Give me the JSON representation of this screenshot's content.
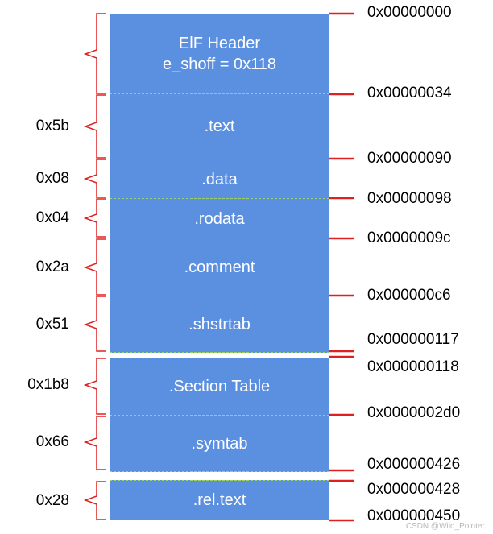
{
  "sections": [
    {
      "label_lines": [
        "ElF Header",
        "e_shoff = 0x118"
      ],
      "size": ""
    },
    {
      "label_lines": [
        ".text"
      ],
      "size": "0x5b"
    },
    {
      "label_lines": [
        ".data"
      ],
      "size": "0x08"
    },
    {
      "label_lines": [
        ".rodata"
      ],
      "size": "0x04"
    },
    {
      "label_lines": [
        ".comment"
      ],
      "size": "0x2a"
    },
    {
      "label_lines": [
        ".shstrtab"
      ],
      "size": "0x51"
    },
    {
      "label_lines": [
        ".Section Table"
      ],
      "size": "0x1b8"
    },
    {
      "label_lines": [
        ".symtab"
      ],
      "size": "0x66"
    },
    {
      "label_lines": [
        ".rel.text"
      ],
      "size": "0x28"
    }
  ],
  "addresses": [
    "0x00000000",
    "0x00000034",
    "0x00000090",
    "0x00000098",
    "0x0000009c",
    "0x000000c6",
    "0x000000117",
    "0x000000118",
    "0x0000002d0",
    "0x000000426",
    "0x000000428",
    "0x000000450"
  ],
  "watermark": "CSDN @Wild_Pointer.",
  "colors": {
    "block": "#5b8fdf",
    "divider": "#9bd36a",
    "marker": "#e02020",
    "bracket": "#e02020"
  }
}
